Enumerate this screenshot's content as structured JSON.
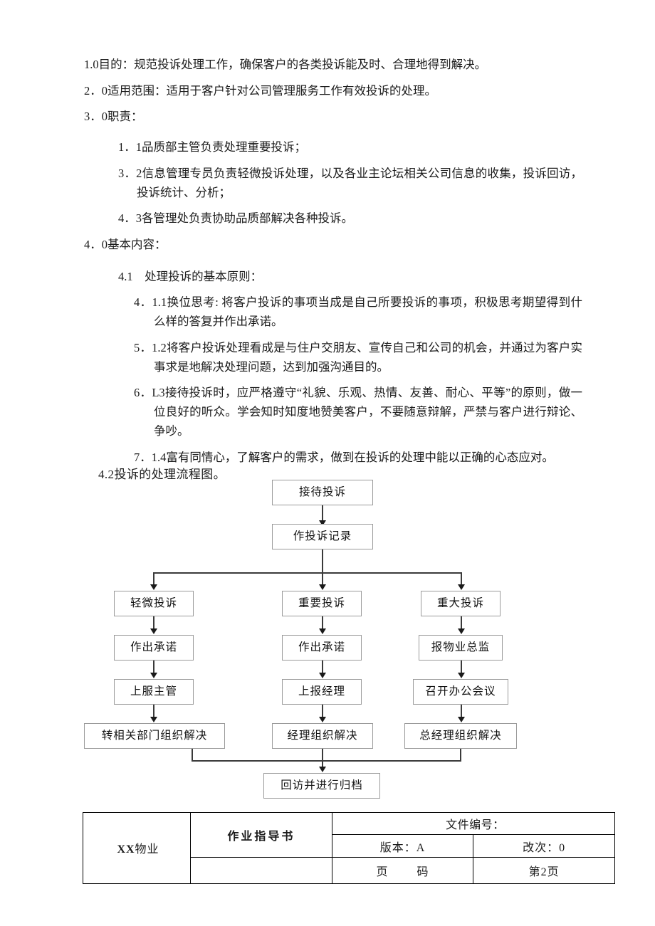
{
  "document": {
    "sections": [
      {
        "id": "s1",
        "level": 1,
        "text": "1.0目的：规范投诉处理工作，确保客户的各类投诉能及时、合理地得到解决。"
      },
      {
        "id": "s2",
        "level": 1,
        "text": "2．0适用范围：适用于客户针对公司管理服务工作有效投诉的处理。"
      },
      {
        "id": "s3",
        "level": 1,
        "text": "3．0职责："
      },
      {
        "id": "s3_1",
        "level": 2,
        "text": "1．1品质部主管负责处理重要投诉；"
      },
      {
        "id": "s3_2",
        "level": 2,
        "text": "3．2信息管理专员负责轻微投诉处理，以及各业主论坛相关公司信息的收集，投诉回访，投诉统计、分析；"
      },
      {
        "id": "s3_3",
        "level": 2,
        "text": "4．3各管理处负责协助品质部解决各种投诉。"
      },
      {
        "id": "s4",
        "level": 1,
        "text": "4．0基本内容："
      },
      {
        "id": "s4_1",
        "level": 3,
        "text": "4.1　处理投诉的基本原则："
      },
      {
        "id": "s4_1_1",
        "level": 4,
        "text": "4．1.1换位思考: 将客户投诉的事项当成是自己所要投诉的事项，积极思考期望得到什么样的答复并作出承诺。"
      },
      {
        "id": "s4_1_2",
        "level": 4,
        "text": "5．1.2将客户投诉处理看成是与住户交朋友、宣传自己和公司的机会，并通过为客户实事求是地解决处理问题，达到加强沟通目的。"
      },
      {
        "id": "s4_1_3",
        "level": 4,
        "text": "6．L3接待投诉时，应严格遵守“礼貌、乐观、热情、友善、耐心、平等”的原则，做一位良好的听众。学会知时知度地赞美客户，不要随意辩解，严禁与客户进行辩论、争吵。"
      },
      {
        "id": "s4_1_4",
        "level": 4,
        "text": "7．1.4富有同情心，了解客户的需求，做到在投诉的处理中能以正确的心态应对。"
      }
    ],
    "flowchart_heading": "4.2投诉的处理流程图。"
  },
  "flowchart": {
    "nodes": [
      {
        "id": "n1",
        "label": "接待投诉"
      },
      {
        "id": "n2",
        "label": "作投诉记录"
      },
      {
        "id": "n3",
        "label": "轻微投诉"
      },
      {
        "id": "n4",
        "label": "重要投诉"
      },
      {
        "id": "n5",
        "label": "重大投诉"
      },
      {
        "id": "n6",
        "label": "作出承诺"
      },
      {
        "id": "n7",
        "label": "作出承诺"
      },
      {
        "id": "n8",
        "label": "报物业总监"
      },
      {
        "id": "n9",
        "label": "上服主管"
      },
      {
        "id": "n10",
        "label": "上报经理"
      },
      {
        "id": "n11",
        "label": "召开办公会议"
      },
      {
        "id": "n12",
        "label": "转相关部门组织解决"
      },
      {
        "id": "n13",
        "label": "经理组织解决"
      },
      {
        "id": "n14",
        "label": "总经理组织解决"
      },
      {
        "id": "n15",
        "label": "回访并进行归档"
      }
    ]
  },
  "footer": {
    "company": "XX 物业",
    "company_prefix": "XX",
    "company_suffix": "物业",
    "title": "作业指导书",
    "doc_no_label": "文件编号：",
    "version_label": "版本：A",
    "revision_label": "改次：0",
    "page_label": "页　　码",
    "page_value": "第2页",
    "blank": ""
  }
}
